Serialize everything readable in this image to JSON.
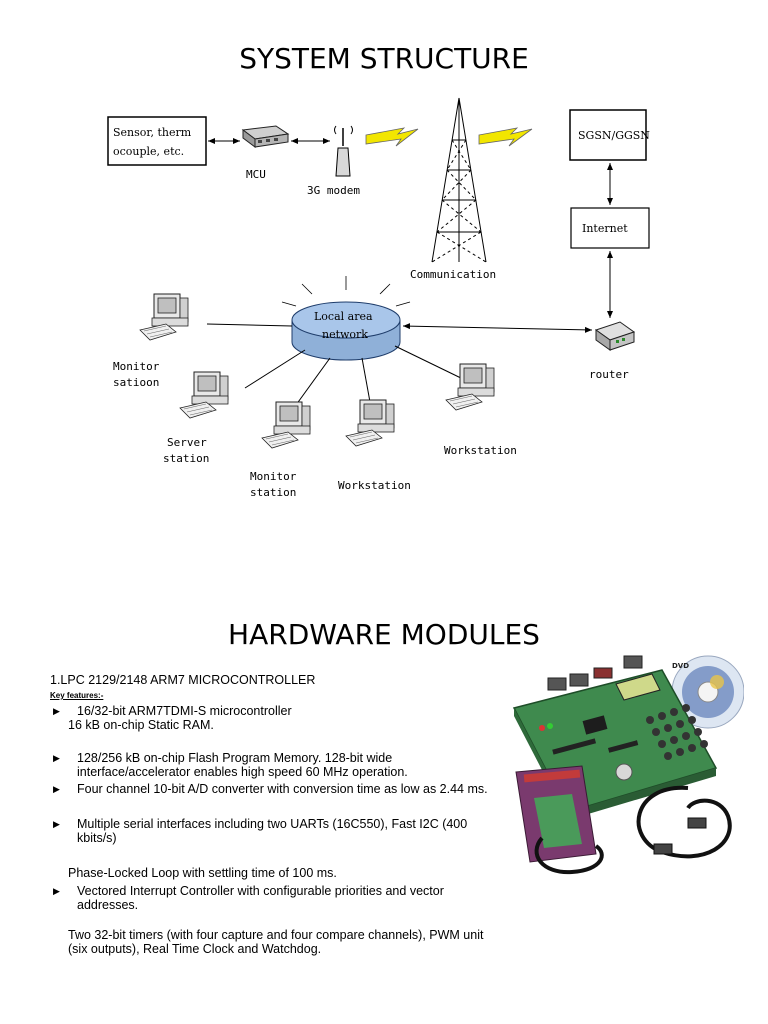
{
  "slide1": {
    "title": "SYSTEM STRUCTURE",
    "labels": {
      "sensor_line1": "Sensor, therm",
      "sensor_line2": "ocouple, etc.",
      "mcu": "MCU",
      "modem": "3G modem",
      "communication": "Communication",
      "sgsn": "SGSN/GGSN",
      "internet": "Internet",
      "lan_line1": "Local area",
      "lan_line2": "network",
      "router": "router",
      "monitor_station_1_line1": "Monitor",
      "monitor_station_1_line2": "satioon",
      "server_line1": "Server",
      "server_line2": "station",
      "monitor_station_2_line1": "Monitor",
      "monitor_station_2_line2": "station",
      "workstation_1": "Workstation",
      "workstation_2": "Workstation"
    }
  },
  "slide2": {
    "title": "HARDWARE MODULES",
    "heading": "1.LPC 2129/2148 ARM7 MICROCONTROLLER",
    "key_features": "Key features:-",
    "items": [
      {
        "bullet": true,
        "text": "16/32-bit ARM7TDMI-S microcontroller"
      },
      {
        "bullet": false,
        "text": "16 kB on-chip Static RAM."
      },
      {
        "bullet": true,
        "text": "128/256 kB on-chip Flash Program Memory. 128-bit wide interface/accelerator enables high speed 60 MHz operation."
      },
      {
        "bullet": true,
        "text": "Four channel 10-bit A/D converter with conversion time as low as 2.44 ms."
      },
      {
        "bullet": true,
        "text": "Multiple serial interfaces including two UARTs (16C550), Fast I2C (400 kbits/s)"
      },
      {
        "bullet": false,
        "text": "Phase-Locked Loop with settling time of 100 ms."
      },
      {
        "bullet": true,
        "text": "Vectored Interrupt Controller with configurable priorities and vector addresses."
      },
      {
        "bullet": false,
        "text": "Two 32-bit timers (with four capture and four compare channels), PWM unit (six outputs), Real Time Clock and Watchdog."
      }
    ],
    "image_labels": {
      "dvd": "DVD"
    }
  }
}
